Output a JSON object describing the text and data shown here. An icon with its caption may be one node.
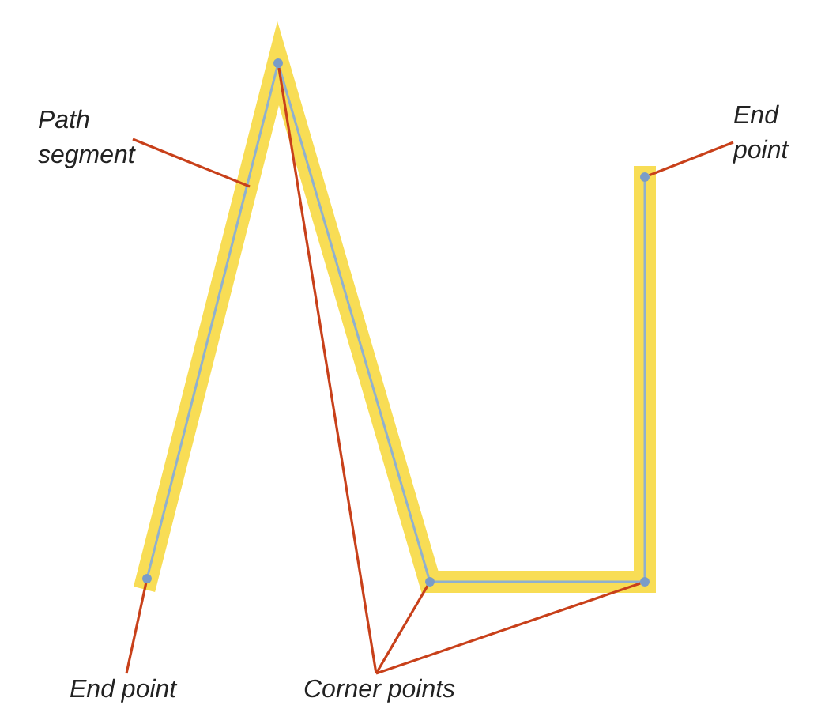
{
  "diagram": {
    "nodes": [
      {
        "text": [
          "Path segment"
        ]
      },
      {
        "text": [
          "End point"
        ]
      },
      {
        "text": [
          "End point"
        ]
      },
      {
        "text": [
          "Corner points"
        ]
      },
      {
        "text": [],
        "shape": "circle"
      },
      {
        "text": [],
        "shape": "circle"
      },
      {
        "text": [],
        "shape": "circle"
      },
      {
        "text": [],
        "shape": "circle"
      },
      {
        "text": [],
        "shape": "circle"
      }
    ],
    "edges": [
      {
        "from": 0,
        "to": null,
        "arrow": "none"
      },
      {
        "from": 1,
        "to": 7,
        "arrow": "none"
      },
      {
        "from": 2,
        "to": 8,
        "arrow": "none"
      },
      {
        "from": 3,
        "to": 4,
        "arrow": "none"
      },
      {
        "from": 3,
        "to": 5,
        "arrow": "none"
      },
      {
        "from": 3,
        "to": 6,
        "arrow": "none"
      }
    ]
  }
}
